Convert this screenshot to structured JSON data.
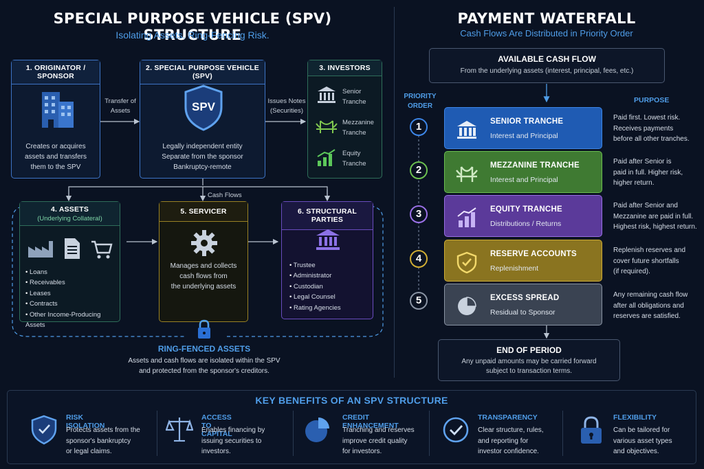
{
  "left": {
    "title": "SPECIAL PURPOSE VEHICLE (SPV) STRUCTURE",
    "subtitle": "Isolating Assets. Ring-Fencing Risk."
  },
  "originator": {
    "title": "1. ORIGINATOR / SPONSOR",
    "text": [
      "Creates or acquires",
      "assets and transfers",
      "them to the SPV"
    ]
  },
  "transfer_label": [
    "Transfer of",
    "Assets"
  ],
  "spv": {
    "title": "2. SPECIAL PURPOSE VEHICLE (SPV)",
    "badge": "SPV",
    "text": [
      "Legally independent entity",
      "Separate from the sponsor",
      "Bankruptcy-remote"
    ]
  },
  "issues_label": [
    "Issues Notes",
    "(Securities)"
  ],
  "investors": {
    "title": "3. INVESTORS",
    "items": [
      [
        "Senior",
        "Tranche"
      ],
      [
        "Mezzanine",
        "Tranche"
      ],
      [
        "Equity",
        "Tranche"
      ]
    ]
  },
  "cash_flows_label": "Cash Flows",
  "assets": {
    "title": "4. ASSETS",
    "subtitle": "(Underlying Collateral)",
    "items": [
      "Loans",
      "Receivables",
      "Leases",
      "Contracts",
      "Other Income-Producing Assets"
    ]
  },
  "servicer": {
    "title": "5. SERVICER",
    "text": [
      "Manages and collects",
      "cash flows from",
      "the underlying assets"
    ]
  },
  "structural": {
    "title": "6. STRUCTURAL PARTIES",
    "items": [
      "Trustee",
      "Administrator",
      "Custodian",
      "Legal Counsel",
      "Rating Agencies"
    ]
  },
  "ringfence": {
    "title": "RING-FENCED ASSETS",
    "text": [
      "Assets and cash flows are isolated within the SPV",
      "and protected from the sponsor's creditors."
    ]
  },
  "right": {
    "title": "PAYMENT WATERFALL",
    "subtitle": "Cash Flows Are Distributed in Priority Order"
  },
  "available": {
    "title": "AVAILABLE CASH FLOW",
    "text": "From the underlying assets (interest, principal, fees, etc.)"
  },
  "priority_label": [
    "PRIORITY",
    "ORDER"
  ],
  "purpose_label": "PURPOSE",
  "waterfall": [
    {
      "num": "1",
      "title": "SENIOR TRANCHE",
      "sub": "Interest and Principal",
      "purpose": [
        "Paid first. Lowest risk.",
        "Receives payments",
        "before all other tranches."
      ]
    },
    {
      "num": "2",
      "title": "MEZZANINE TRANCHE",
      "sub": "Interest and Principal",
      "purpose": [
        "Paid after Senior is",
        "paid in full. Higher risk,",
        "higher return."
      ]
    },
    {
      "num": "3",
      "title": "EQUITY TRANCHE",
      "sub": "Distributions / Returns",
      "purpose": [
        "Paid after Senior and",
        "Mezzanine are paid in full.",
        "Highest risk, highest return."
      ]
    },
    {
      "num": "4",
      "title": "RESERVE ACCOUNTS",
      "sub": "Replenishment",
      "purpose": [
        "Replenish reserves and",
        "cover future shortfalls",
        "(if required)."
      ]
    },
    {
      "num": "5",
      "title": "EXCESS SPREAD",
      "sub": "Residual to Sponsor",
      "purpose": [
        "Any remaining cash flow",
        "after all obligations and",
        "reserves are satisfied."
      ]
    }
  ],
  "end": {
    "title": "END OF PERIOD",
    "text": [
      "Any unpaid amounts may be carried forward",
      "subject to transaction terms."
    ]
  },
  "benefits": {
    "title": "KEY BENEFITS OF AN SPV STRUCTURE",
    "items": [
      {
        "title": "RISK ISOLATION",
        "text": [
          "Protects assets from the",
          "sponsor's bankruptcy",
          "or legal claims."
        ]
      },
      {
        "title": "ACCESS TO CAPITAL",
        "text": [
          "Enables financing by",
          "issuing securities to",
          "investors."
        ]
      },
      {
        "title": "CREDIT ENHANCEMENT",
        "text": [
          "Tranching and reserves",
          "improve credit quality",
          "for investors."
        ]
      },
      {
        "title": "TRANSPARENCY",
        "text": [
          "Clear structure, rules,",
          "and reporting for",
          "investor confidence."
        ]
      },
      {
        "title": "FLEXIBILITY",
        "text": [
          "Can be tailored for",
          "various asset types",
          "and objectives."
        ]
      }
    ]
  },
  "colors": {
    "accent": "#4f9de8",
    "senior": "#1f5bb3",
    "mezz": "#3f7a32",
    "equity": "#5b3a9a",
    "reserve": "#8a7420",
    "excess": "#3a4352"
  }
}
